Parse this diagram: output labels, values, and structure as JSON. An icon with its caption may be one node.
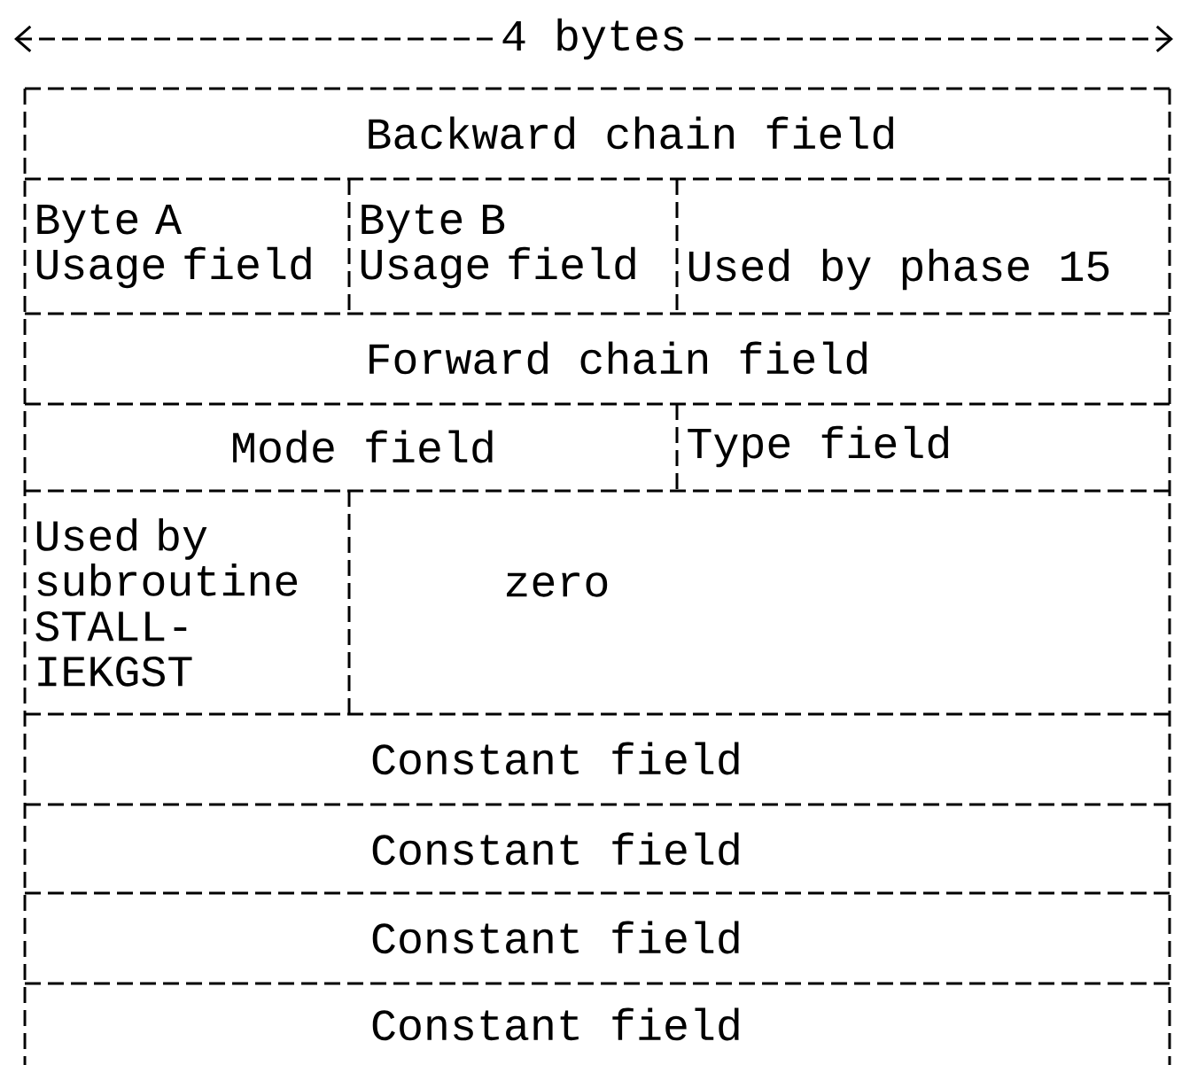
{
  "diagram": {
    "nodes": [
      {
        "text": [
          "Backward chain field"
        ]
      },
      {
        "text": [
          "Byte A Usage field"
        ]
      },
      {
        "text": [
          "Byte B Usage field"
        ]
      },
      {
        "text": [
          "Used by phase 15"
        ]
      },
      {
        "text": [
          "Forward chain field"
        ]
      },
      {
        "text": [
          "Mode field"
        ]
      },
      {
        "text": [
          "Type field"
        ]
      },
      {
        "text": [
          "Used by subroutine STALL- IEKGST"
        ]
      },
      {
        "text": [
          "zero"
        ]
      },
      {
        "text": [
          "Constant field"
        ]
      },
      {
        "text": [
          "Constant field"
        ]
      },
      {
        "text": [
          "Constant field"
        ]
      },
      {
        "text": [
          "Constant field"
        ]
      }
    ],
    "labels": [
      "4 bytes"
    ]
  }
}
